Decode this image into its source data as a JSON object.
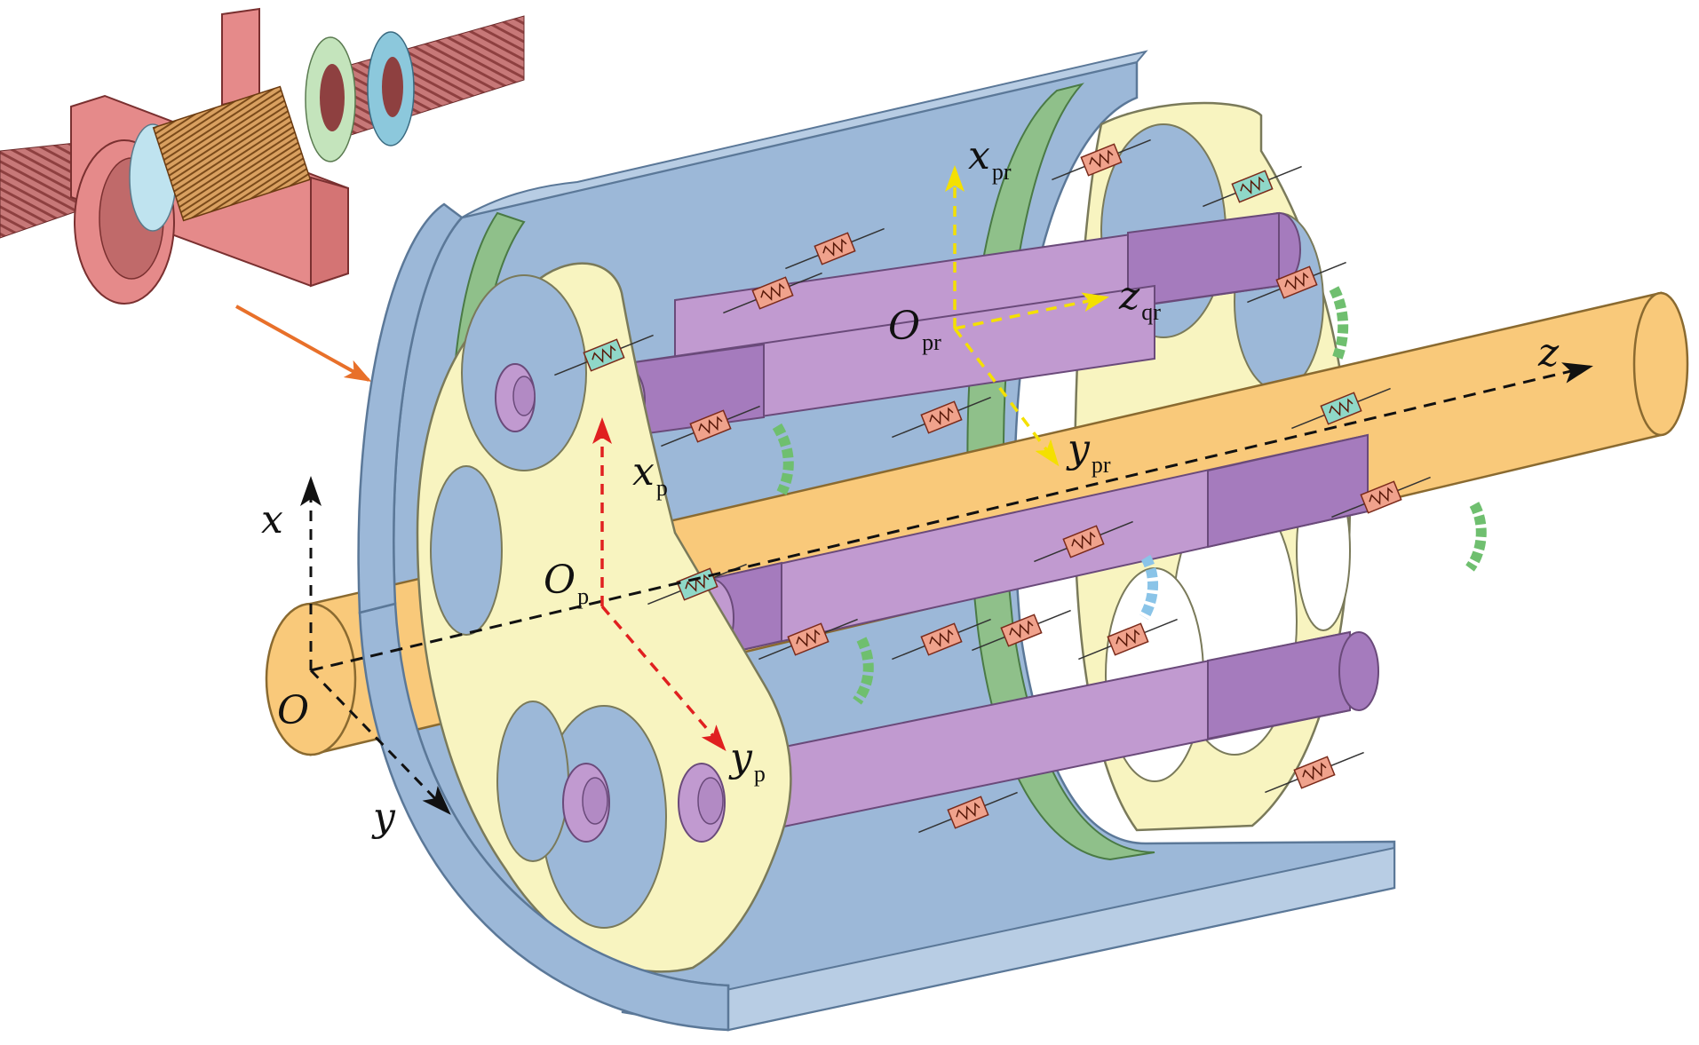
{
  "labels": {
    "origin": {
      "main": "O",
      "sub": ""
    },
    "x": {
      "main": "x",
      "sub": ""
    },
    "y": {
      "main": "y",
      "sub": ""
    },
    "z": {
      "main": "z",
      "sub": ""
    },
    "op": {
      "main": "O",
      "sub": "p"
    },
    "xp": {
      "main": "x",
      "sub": "p"
    },
    "yp": {
      "main": "y",
      "sub": "p"
    },
    "opr": {
      "main": "O",
      "sub": "pr"
    },
    "xpr": {
      "main": "x",
      "sub": "pr"
    },
    "ypr": {
      "main": "y",
      "sub": "pr"
    },
    "zqr": {
      "main": "z",
      "sub": "qr"
    }
  },
  "colors": {
    "housing": "#9cb8d8",
    "housing_edge": "#5b7898",
    "green_ring": "#8fc08a",
    "carrier": "#f8f4c0",
    "carrier_edge": "#7a7a5a",
    "screw": "#f9c97a",
    "screw_edge": "#8a6a30",
    "roller": "#c19ad0",
    "roller_dark": "#a57bbd",
    "roller_edge": "#6a4a7a",
    "spring_red": "#f0a28c",
    "spring_teal": "#8fd8c8",
    "arc_green": "#6fbf6f",
    "arc_blue": "#8ac4e8",
    "axis_black": "#111111",
    "axis_red": "#e02020",
    "axis_yellow": "#f4e000",
    "arrow_orange": "#e8702a",
    "inset_nut": "#e58a8a",
    "inset_ring_green": "#c4e4bc",
    "inset_ring_blue": "#8cc8dc",
    "inset_thread": "#b46060"
  },
  "icons": [
    "coordinate-axes",
    "spring-element",
    "pointer-arrow"
  ]
}
